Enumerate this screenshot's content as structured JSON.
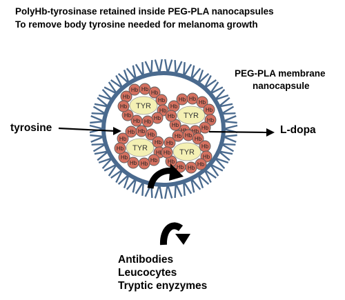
{
  "title": {
    "line1": "PolyHb-tyrosinase retained inside PEG-PLA nanocapsules",
    "line2": "To remove body tyrosine needed for melanoma growth"
  },
  "membrane_label": {
    "line1": "PEG-PLA membrane",
    "line2": "nanocapsule"
  },
  "substrate_label": "tyrosine",
  "product_label": "L-dopa",
  "cluster_center_label": "TYR",
  "hemoglobin_label": "Hb",
  "excluded_agents": [
    "Antibodies",
    "Leucocytes",
    "Tryptic enyzymes"
  ],
  "colors": {
    "membrane_stroke": "#4a6a8e",
    "hemoglobin_fill": "#d4705f",
    "tyrosinase_fill": "#f4f0b4",
    "arrow": "#000000"
  }
}
